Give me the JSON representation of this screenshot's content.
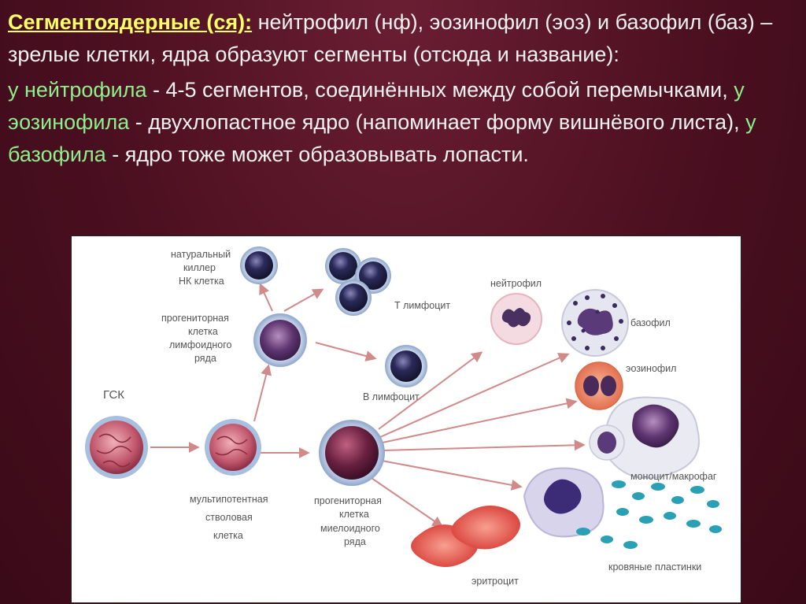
{
  "text": {
    "para1_bold": "Сегментоядерные (ся):",
    "para1_rest": " нейтрофил (нф), эозинофил (эоз) и базофил (баз) – зрелые клетки, ядра образуют сегменты (отсюда и название):",
    "para2_g1": "у нейтрофила",
    "para2_t1": "  - 4-5 сегментов, соединённых между собой перемычками, ",
    "para2_g2": "у эозинофила",
    "para2_t2": "  - двухлопастное ядро (напоминает форму вишнёвого листа), ",
    "para2_g3": "у базофила",
    "para2_t3": " - ядро тоже может образовывать лопасти."
  },
  "diagram": {
    "labels": {
      "nk_1": "натуральный",
      "nk_2": "киллер",
      "nk_3": "НК клетка",
      "lymph_prog_1": "прогениторная",
      "lymph_prog_2": "клетка",
      "lymph_prog_3": "лимфоидного",
      "lymph_prog_4": "ряда",
      "t_lymph": "Т лимфоцит",
      "b_lymph": "В лимфоцит",
      "gsk": "ГСК",
      "multi_1": "мультипотентная",
      "multi_2": "стволовая",
      "multi_3": "клетка",
      "myelo_1": "прогениторная",
      "myelo_2": "клетка",
      "myelo_3": "миелоидного",
      "myelo_4": "ряда",
      "neutrophil": "нейтрофил",
      "basophil": "базофил",
      "eosinophil": "эозинофил",
      "monocyte": "моноцит/макрофаг",
      "platelets": "кровяные пластинки",
      "erythrocyte": "эритроцит"
    },
    "colors": {
      "arrow": "#d08a8a",
      "lymph_cell": "#2a2a5a",
      "nucleus_purple": "#6a3f7a",
      "stem_cell": "#c0556a",
      "platelet": "#2aa0b4",
      "erythrocyte": "#d9403a"
    }
  }
}
